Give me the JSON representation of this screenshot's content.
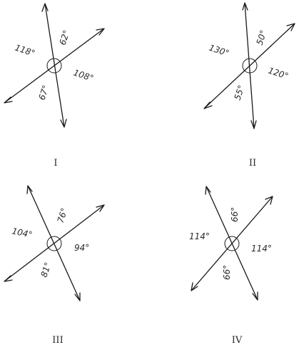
{
  "figures": [
    {
      "label": "I",
      "angles": {
        "a": "118°",
        "b": "62°",
        "c": "108°",
        "d": "67°"
      }
    },
    {
      "label": "II",
      "angles": {
        "a": "130°",
        "b": "50°",
        "c": "120°",
        "d": "55°"
      }
    },
    {
      "label": "III",
      "angles": {
        "a": "104°",
        "b": "76°",
        "c": "94°",
        "d": "81°"
      }
    },
    {
      "label": "IV",
      "angles": {
        "a": "114°",
        "b": "66°",
        "c": "114°",
        "d": "66°"
      }
    }
  ]
}
